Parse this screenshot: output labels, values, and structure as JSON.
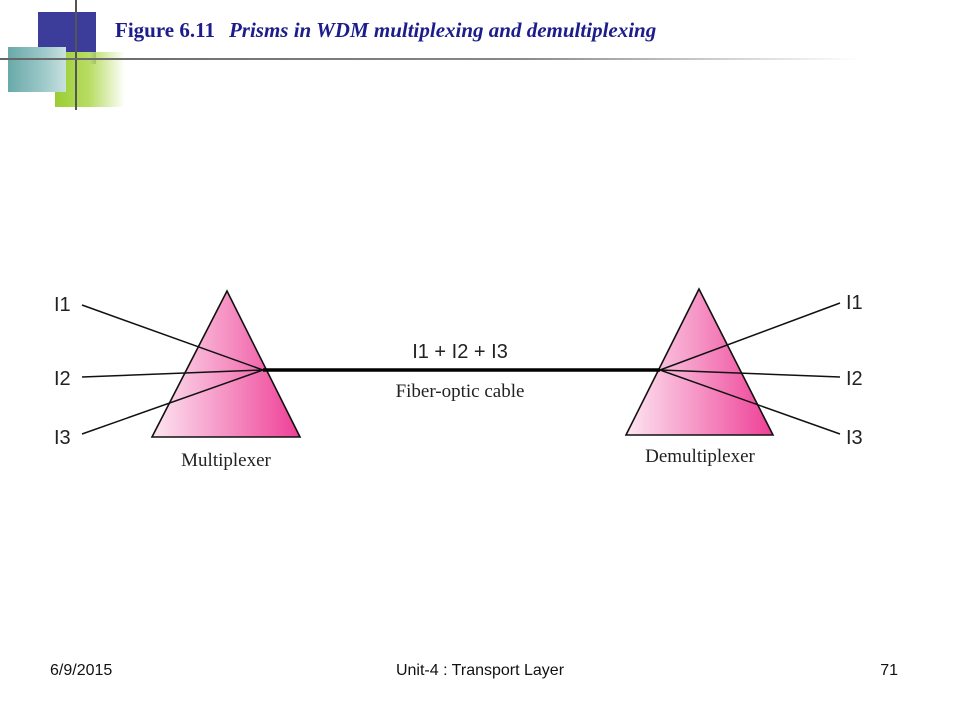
{
  "title": {
    "figure": "Figure 6.11",
    "text": "Prisms in WDM multiplexing and demultiplexing"
  },
  "diagram": {
    "left_inputs": [
      "I1",
      "I2",
      "I3"
    ],
    "right_outputs": [
      "I1",
      "I2",
      "I3"
    ],
    "combined_label": "I1 + I2 + I3",
    "cable_label": "Fiber-optic cable",
    "multiplexer_label": "Multiplexer",
    "demultiplexer_label": "Demultiplexer",
    "prism_color_light": "#fde6f2",
    "prism_color_dark": "#ee3f96"
  },
  "footer": {
    "date": "6/9/2015",
    "center": "Unit-4 : Transport Layer",
    "page": "71"
  }
}
